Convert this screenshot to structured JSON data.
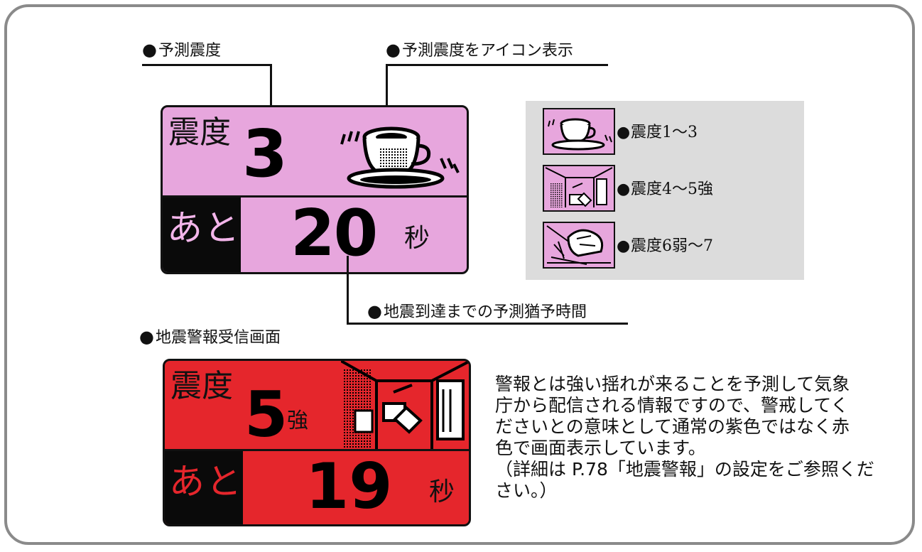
{
  "labels": {
    "shindo_forecast": "予測震度",
    "shindo_icon": "予測震度をアイコン表示",
    "grace_time": "地震到達までの予測猶予時間",
    "warning_screen": "地震警報受信画面"
  },
  "bullet": "●",
  "screen_normal": {
    "shindo_label": "震度",
    "shindo_value": "3",
    "remaining_label": "あと",
    "seconds_value": "20",
    "seconds_unit": "秒",
    "icon": "coffee-cup-icon"
  },
  "icon_legend": [
    {
      "icon": "coffee-cup-icon",
      "label": "震度1～3"
    },
    {
      "icon": "room-shake-icon",
      "label": "震度4～5強"
    },
    {
      "icon": "collapse-icon",
      "label": "震度6弱～7"
    }
  ],
  "screen_warning": {
    "shindo_label": "震度",
    "shindo_value": "5",
    "shindo_suffix": "強",
    "remaining_label": "あと",
    "seconds_value": "19",
    "seconds_unit": "秒",
    "icon": "room-shake-icon"
  },
  "description": [
    "警報とは強い揺れが来ることを予測して気象",
    "庁から配信される情報ですので、警戒してく",
    "ださいとの意味として通常の紫色ではなく赤",
    "色で画面表示しています。",
    "（詳細は P.78「地震警報」の設定をご参照くだ",
    "さい。）"
  ],
  "colors": {
    "normal_screen": "#e7a6dd",
    "warning_screen": "#e5262c",
    "frame": "#8a8a8a",
    "legend_panel": "#dcdcdc"
  }
}
